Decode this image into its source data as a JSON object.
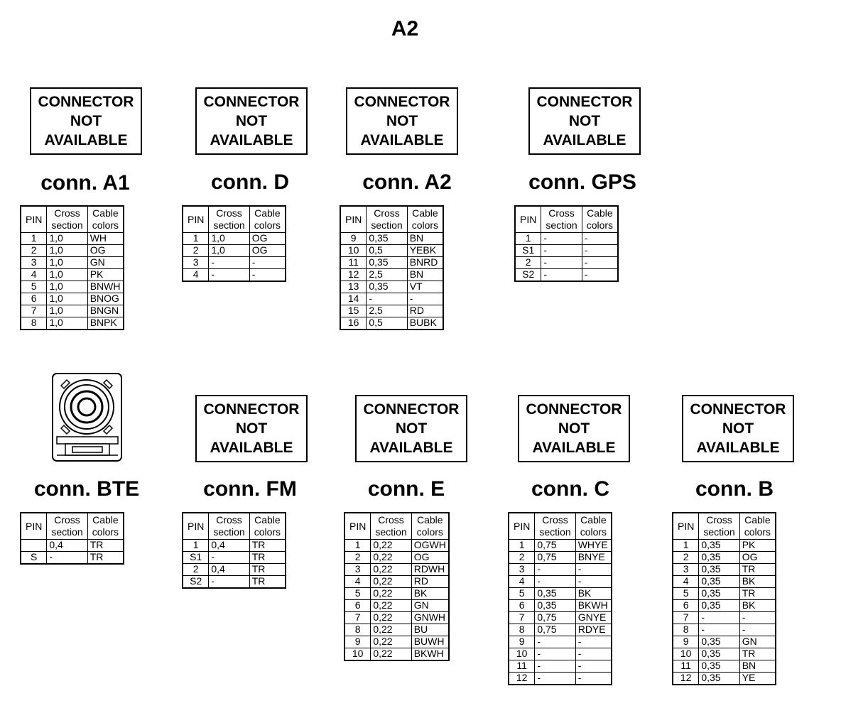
{
  "title": "A2",
  "placeholder_text": "CONNECTOR\nNOT\nAVAILABLE",
  "headers": {
    "pin": "PIN",
    "cross": "Cross\nsection",
    "colors": "Cable\ncolors"
  },
  "connectors": [
    {
      "id": "a1",
      "label": "conn. A1",
      "image": "placeholder",
      "rows": [
        [
          "1",
          "1,0",
          "WH"
        ],
        [
          "2",
          "1,0",
          "OG"
        ],
        [
          "3",
          "1,0",
          "GN"
        ],
        [
          "4",
          "1,0",
          "PK"
        ],
        [
          "5",
          "1,0",
          "BNWH"
        ],
        [
          "6",
          "1,0",
          "BNOG"
        ],
        [
          "7",
          "1,0",
          "BNGN"
        ],
        [
          "8",
          "1,0",
          "BNPK"
        ]
      ]
    },
    {
      "id": "d",
      "label": "conn. D",
      "image": "placeholder",
      "rows": [
        [
          "1",
          "1,0",
          "OG"
        ],
        [
          "2",
          "1,0",
          "OG"
        ],
        [
          "3",
          "-",
          "-"
        ],
        [
          "4",
          "-",
          "-"
        ]
      ]
    },
    {
      "id": "a2",
      "label": "conn. A2",
      "image": "placeholder",
      "rows": [
        [
          "9",
          "0,35",
          "BN"
        ],
        [
          "10",
          "0,5",
          "YEBK"
        ],
        [
          "11",
          "0,35",
          "BNRD"
        ],
        [
          "12",
          "2,5",
          "BN"
        ],
        [
          "13",
          "0,35",
          "VT"
        ],
        [
          "14",
          "-",
          "-"
        ],
        [
          "15",
          "2,5",
          "RD"
        ],
        [
          "16",
          "0,5",
          "BUBK"
        ]
      ]
    },
    {
      "id": "gps",
      "label": "conn. GPS",
      "image": "placeholder",
      "rows": [
        [
          "1",
          "-",
          "-"
        ],
        [
          "S1",
          "-",
          "-"
        ],
        [
          "2",
          "-",
          "-"
        ],
        [
          "S2",
          "-",
          "-"
        ]
      ]
    },
    {
      "id": "bte",
      "label": "conn. BTE",
      "image": "coax-connector-icon",
      "rows": [
        [
          "",
          "0,4",
          "TR"
        ],
        [
          "S",
          "-",
          "TR"
        ]
      ]
    },
    {
      "id": "fm",
      "label": "conn. FM",
      "image": "placeholder",
      "rows": [
        [
          "1",
          "0,4",
          "TR"
        ],
        [
          "S1",
          "-",
          "TR"
        ],
        [
          "2",
          "0,4",
          "TR"
        ],
        [
          "S2",
          "-",
          "TR"
        ]
      ]
    },
    {
      "id": "e",
      "label": "conn. E",
      "image": "placeholder",
      "rows": [
        [
          "1",
          "0,22",
          "OGWH"
        ],
        [
          "2",
          "0,22",
          "OG"
        ],
        [
          "3",
          "0,22",
          "RDWH"
        ],
        [
          "4",
          "0,22",
          "RD"
        ],
        [
          "5",
          "0,22",
          "BK"
        ],
        [
          "6",
          "0,22",
          "GN"
        ],
        [
          "7",
          "0,22",
          "GNWH"
        ],
        [
          "8",
          "0,22",
          "BU"
        ],
        [
          "9",
          "0,22",
          "BUWH"
        ],
        [
          "10",
          "0,22",
          "BKWH"
        ]
      ]
    },
    {
      "id": "c",
      "label": "conn. C",
      "image": "placeholder",
      "rows": [
        [
          "1",
          "0,75",
          "WHYE"
        ],
        [
          "2",
          "0,75",
          "BNYE"
        ],
        [
          "3",
          "-",
          "-"
        ],
        [
          "4",
          "-",
          "-"
        ],
        [
          "5",
          "0,35",
          "BK"
        ],
        [
          "6",
          "0,35",
          "BKWH"
        ],
        [
          "7",
          "0,75",
          "GNYE"
        ],
        [
          "8",
          "0,75",
          "RDYE"
        ],
        [
          "9",
          "-",
          "-"
        ],
        [
          "10",
          "-",
          "-"
        ],
        [
          "11",
          "-",
          "-"
        ],
        [
          "12",
          "-",
          "-"
        ]
      ]
    },
    {
      "id": "b",
      "label": "conn. B",
      "image": "placeholder",
      "rows": [
        [
          "1",
          "0,35",
          "PK"
        ],
        [
          "2",
          "0,35",
          "OG"
        ],
        [
          "3",
          "0,35",
          "TR"
        ],
        [
          "4",
          "0,35",
          "BK"
        ],
        [
          "5",
          "0,35",
          "TR"
        ],
        [
          "6",
          "0,35",
          "BK"
        ],
        [
          "7",
          "-",
          "-"
        ],
        [
          "8",
          "-",
          "-"
        ],
        [
          "9",
          "0,35",
          "GN"
        ],
        [
          "10",
          "0,35",
          "TR"
        ],
        [
          "11",
          "0,35",
          "BN"
        ],
        [
          "12",
          "0,35",
          "YE"
        ]
      ]
    }
  ]
}
